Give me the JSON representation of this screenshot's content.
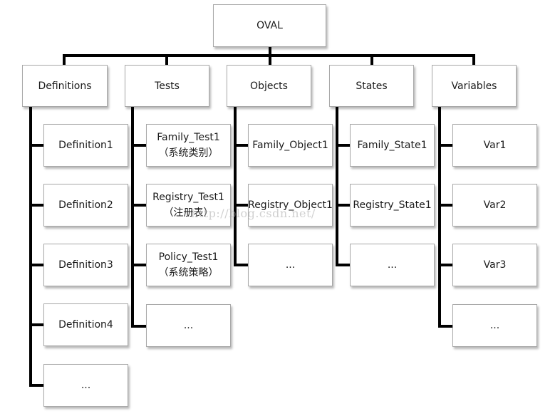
{
  "root": {
    "label": "OVAL"
  },
  "categories": [
    {
      "label": "Definitions"
    },
    {
      "label": "Tests"
    },
    {
      "label": "Objects"
    },
    {
      "label": "States"
    },
    {
      "label": "Variables"
    }
  ],
  "definitions": [
    {
      "label": "Definition1"
    },
    {
      "label": "Definition2"
    },
    {
      "label": "Definition3"
    },
    {
      "label": "Definition4"
    },
    {
      "label": "..."
    }
  ],
  "tests": [
    {
      "line1": "Family_Test1",
      "line2": "（系统类别）"
    },
    {
      "line1": "Registry_Test1",
      "line2": "（注册表）"
    },
    {
      "line1": "Policy_Test1",
      "line2": "（系统策略）"
    },
    {
      "line1": "...",
      "line2": ""
    }
  ],
  "objects": [
    {
      "label": "Family_Object1"
    },
    {
      "label": "Registry_Object1"
    },
    {
      "label": "..."
    }
  ],
  "states": [
    {
      "label": "Family_State1"
    },
    {
      "label": "Registry_State1"
    },
    {
      "label": "..."
    }
  ],
  "variables": [
    {
      "label": "Var1"
    },
    {
      "label": "Var2"
    },
    {
      "label": "Var3"
    },
    {
      "label": "..."
    }
  ],
  "watermark": "http://blog.csdn.net/"
}
